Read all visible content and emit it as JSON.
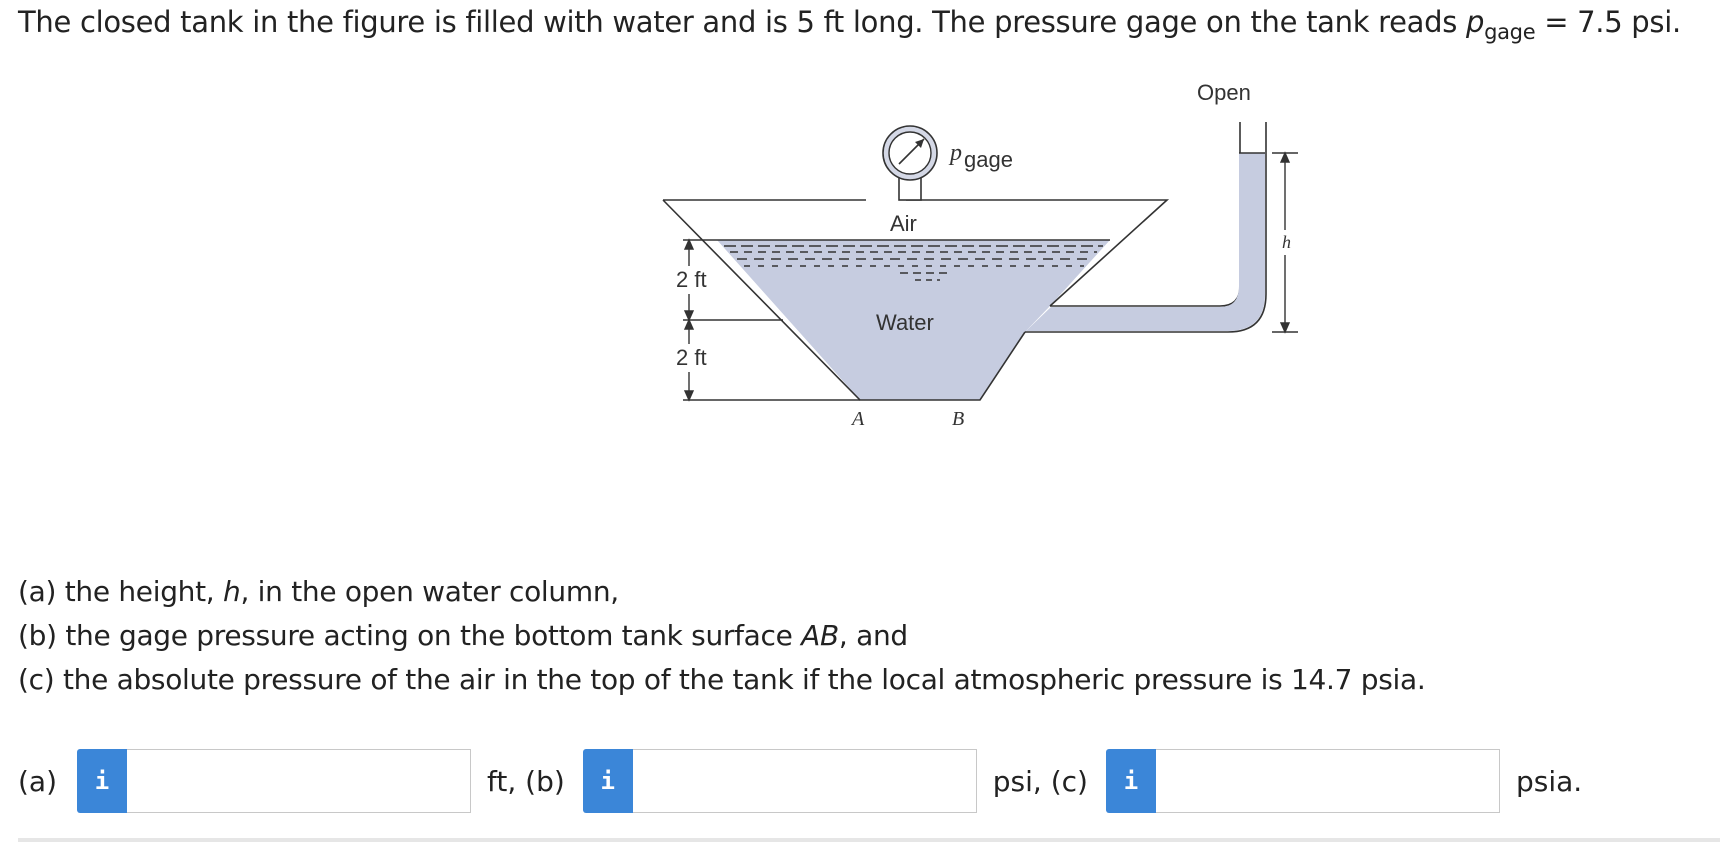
{
  "problem": {
    "intro_start": "The closed tank in the figure is filled with water and is 5 ft long. The pressure gage on the tank reads ",
    "p_symbol": "p",
    "p_subscript": "gage",
    "intro_end": " = 7.5 psi."
  },
  "figure": {
    "label_open": "Open",
    "label_pgage_p": "p",
    "label_pgage_sub": "gage",
    "label_air": "Air",
    "label_water": "Water",
    "label_h": "h",
    "label_dim_upper": "2 ft",
    "label_dim_lower": "2 ft",
    "label_a": "A",
    "label_b": "B"
  },
  "questions": {
    "a_prefix": "(a) the height, ",
    "a_var": "h",
    "a_suffix": ", in the open water column,",
    "b_prefix": "(b) the gage pressure acting on the bottom tank surface ",
    "b_var": "AB",
    "b_suffix": ", and",
    "c_text": "(c) the absolute pressure of the air in the top of the tank if the local atmospheric pressure is 14.7 psia."
  },
  "answers": {
    "info_glyph": "i",
    "a_label": "(a)",
    "a_value": "",
    "a_unit": "ft, (b)",
    "b_value": "",
    "b_unit": "psi, (c)",
    "c_value": "",
    "c_unit": "psia."
  },
  "colors": {
    "info_button": "#3b86d8",
    "water_fill": "#c6cce0"
  }
}
